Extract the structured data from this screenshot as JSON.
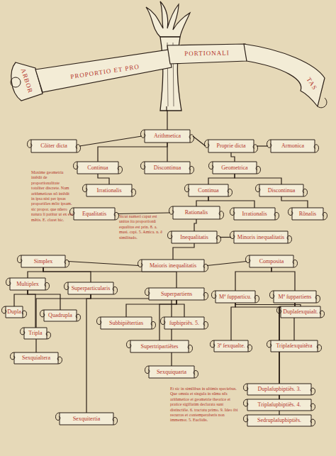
{
  "diagram": {
    "nodes": [
      {
        "text": [
          "ARBOR",
          "PROPORTIO ET PRO",
          "PORTIONALI",
          "TAS"
        ]
      },
      {
        "text": [
          "Cõiter dicta"
        ]
      },
      {
        "text": [
          "Arithmetica"
        ]
      },
      {
        "text": [
          "Proprie dicta"
        ]
      },
      {
        "text": [
          "Armonica"
        ]
      },
      {
        "text": [
          "Continua"
        ]
      },
      {
        "text": [
          "Discontinua"
        ]
      },
      {
        "text": [
          "Geometrica"
        ]
      },
      {
        "text": [
          "Irrationalis"
        ]
      },
      {
        "text": [
          "Continua"
        ]
      },
      {
        "text": [
          "Discontinua"
        ]
      },
      {
        "text": [
          "Equalitatis"
        ]
      },
      {
        "text": [
          "Rationalis"
        ]
      },
      {
        "text": [
          "Irrationalis"
        ]
      },
      {
        "text": [
          "Rõnalis"
        ]
      },
      {
        "text": [
          "Inequalitatis"
        ]
      },
      {
        "text": [
          "Minoris inequalitatis"
        ]
      },
      {
        "text": [
          "Simplex"
        ]
      },
      {
        "text": [
          "Maioris inequalitatis"
        ]
      },
      {
        "text": [
          "Composita"
        ]
      },
      {
        "text": [
          "Multiplex"
        ]
      },
      {
        "text": [
          "Superparticularis"
        ]
      },
      {
        "text": [
          "Superpartiens"
        ]
      },
      {
        "text": [
          "Mª ſupparticu."
        ]
      },
      {
        "text": [
          "Mª ſuppartiens"
        ]
      },
      {
        "text": [
          "Dupla"
        ]
      },
      {
        "text": [
          "Duplaſexquialt."
        ]
      },
      {
        "text": [
          "Quadrupla"
        ]
      },
      {
        "text": [
          "Subbipiẽtertias"
        ]
      },
      {
        "text": [
          "ſupbipriẽs. 5."
        ]
      },
      {
        "text": [
          "Tripla"
        ]
      },
      {
        "text": [
          "Supertripartiẽtes"
        ]
      },
      {
        "text": [
          "3ª ſexqualte."
        ]
      },
      {
        "text": [
          "Triplaſexquitẽra"
        ]
      },
      {
        "text": [
          "Sexquialtera"
        ]
      },
      {
        "text": [
          "Sexquiquarta"
        ]
      },
      {
        "text": [
          "Duplaſupbiptiẽs. 3."
        ]
      },
      {
        "text": [
          "Triplaſupbiptiẽs. 4."
        ]
      },
      {
        "text": [
          "Sexquitertia"
        ]
      },
      {
        "text": [
          "Sedruplaſupbiptiẽs."
        ]
      }
    ],
    "edges": [
      {
        "from": 0,
        "to": 2,
        "arrow": "none"
      },
      {
        "from": 2,
        "to": 1,
        "arrow": "none"
      },
      {
        "from": 2,
        "to": 3,
        "arrow": "none"
      },
      {
        "from": 3,
        "to": 4,
        "arrow": "none"
      },
      {
        "from": 2,
        "to": 5,
        "arrow": "none"
      },
      {
        "from": 2,
        "to": 6,
        "arrow": "none"
      },
      {
        "from": 3,
        "to": 7,
        "arrow": "none"
      },
      {
        "from": 5,
        "to": 8,
        "arrow": "none"
      },
      {
        "from": 7,
        "to": 9,
        "arrow": "none"
      },
      {
        "from": 7,
        "to": 10,
        "arrow": "none"
      },
      {
        "from": 9,
        "to": 12,
        "arrow": "none"
      },
      {
        "from": 9,
        "to": 13,
        "arrow": "none"
      },
      {
        "from": 10,
        "to": 14,
        "arrow": "none"
      },
      {
        "from": 12,
        "to": 11,
        "arrow": "none"
      },
      {
        "from": 12,
        "to": 15,
        "arrow": "none"
      },
      {
        "from": 15,
        "to": 16,
        "arrow": "none"
      },
      {
        "from": 15,
        "to": 18,
        "arrow": "none"
      },
      {
        "from": 18,
        "to": 17,
        "arrow": "none"
      },
      {
        "from": 18,
        "to": 19,
        "arrow": "none"
      },
      {
        "from": 17,
        "to": 20,
        "arrow": "none"
      },
      {
        "from": 17,
        "to": 21,
        "arrow": "none"
      },
      {
        "from": 17,
        "to": 22,
        "arrow": "none"
      },
      {
        "from": 19,
        "to": 23,
        "arrow": "none"
      },
      {
        "from": 19,
        "to": 24,
        "arrow": "none"
      },
      {
        "from": 20,
        "to": 25,
        "arrow": "none"
      },
      {
        "from": 20,
        "to": 27,
        "arrow": "none"
      },
      {
        "from": 20,
        "to": 30,
        "arrow": "none"
      },
      {
        "from": 21,
        "to": 34,
        "arrow": "none"
      },
      {
        "from": 21,
        "to": 38,
        "arrow": "none"
      },
      {
        "from": 21,
        "to": 35,
        "arrow": "none"
      },
      {
        "from": 22,
        "to": 28,
        "arrow": "none"
      },
      {
        "from": 22,
        "to": 29,
        "arrow": "none"
      },
      {
        "from": 22,
        "to": 31,
        "arrow": "none"
      },
      {
        "from": 23,
        "to": 26,
        "arrow": "none"
      },
      {
        "from": 23,
        "to": 32,
        "arrow": "none"
      },
      {
        "from": 23,
        "to": 33,
        "arrow": "none"
      },
      {
        "from": 24,
        "to": 36,
        "arrow": "none"
      },
      {
        "from": 24,
        "to": 37,
        "arrow": "none"
      },
      {
        "from": 24,
        "to": 39,
        "arrow": "none"
      }
    ],
    "labels": [
      "Maxime geometria intẽdit de proportionalitate totaliter discrete. Nam arithmeticus nõ intẽdit in ipsa nisi per ipsas proportiões mõtr ipsam. sic propor. que nũero natura li patitur ut ex ele mẽtis. E. claret hic.",
      "Sicut numeri caput est unitas ita proportionũ equalitas est prin. 8. a. musi. capi. 5. Amica. n. ẽ similitudo.",
      "Et sic in similibus in ultimis speciebus. Que omnia et singula in sũma nr̃a arithmetice et geometrie theorice et pratice sigillatim declarata sunt distinctiõe. 6. tractatu primo. 9. Ideo ibi recurras et contemperaberis non immemor. 5. Euclidis."
    ]
  }
}
